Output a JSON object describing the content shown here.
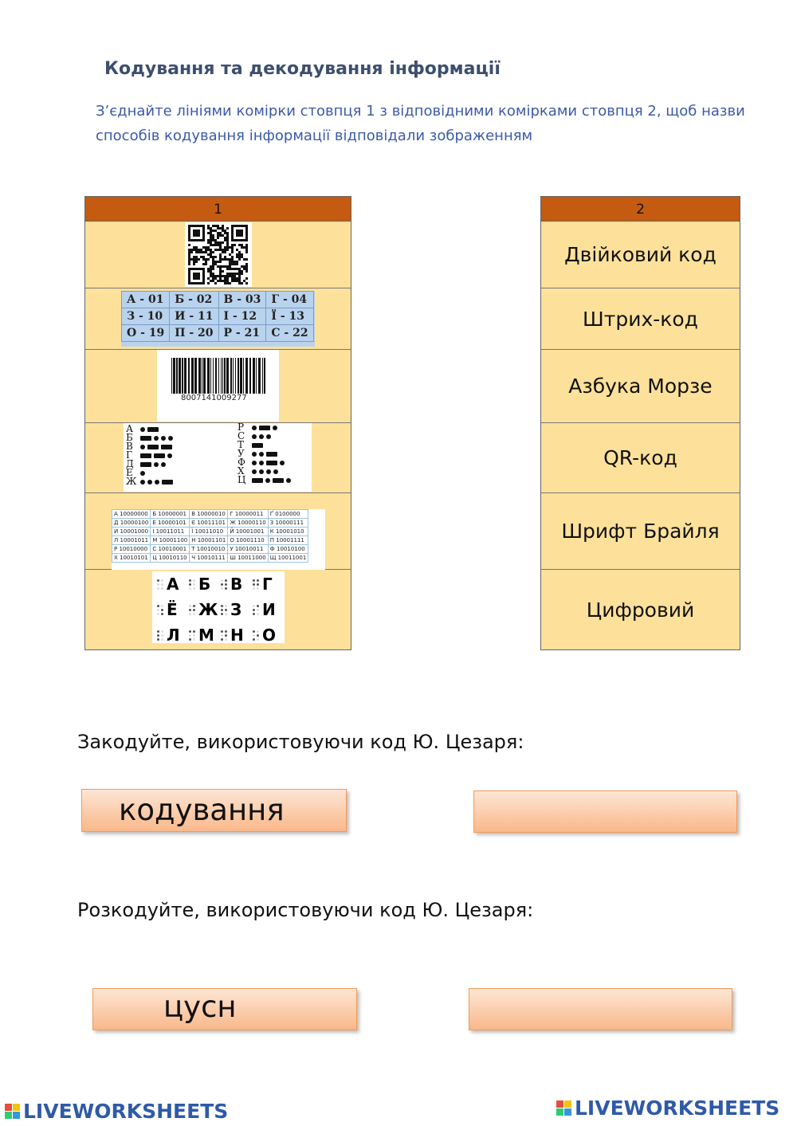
{
  "title": "Кодування  та декодування інформації",
  "instruction": "З’єднайте лініями комірки стовпця 1 з відповідними комірками стовпця 2, щоб назви способів кодування інформації відповідали зображенням",
  "column1_header": "1",
  "column2_header": "2",
  "column2_items": [
    "Двійковий код",
    "Штрих-код",
    "Азбука Морзе",
    "QR-код",
    "Шрифт Брайля",
    "Цифровий"
  ],
  "digital_table": [
    [
      "А - 01",
      "Б - 02",
      "В - 03",
      "Г - 04"
    ],
    [
      "З - 10",
      "И - 11",
      "І - 12",
      "Ї - 13"
    ],
    [
      "О - 19",
      "П - 20",
      "Р - 21",
      "С - 22"
    ]
  ],
  "barcode_number": "8007141009277",
  "morse_left": [
    "А",
    "Б",
    "В",
    "Г",
    "Д",
    "Е",
    "Ж"
  ],
  "morse_right": [
    "Р",
    "С",
    "Т",
    "У",
    "Ф",
    "Х",
    "Ц"
  ],
  "binary_table": [
    [
      "А 10000000",
      "Б 10000001",
      "В 10000010",
      "Г 10000011",
      "Ґ 0100000"
    ],
    [
      "Д 10000100",
      "Е 10000101",
      "Є 10011101",
      "Ж 10000110",
      "З 10000111"
    ],
    [
      "И 10001000",
      "І 10011011",
      "Ї 10011010",
      "Й 10001001",
      "К 10001010"
    ],
    [
      "Л 10001011",
      "М 10001100",
      "Н 10001101",
      "О 10001110",
      "П 10001111"
    ],
    [
      "Р 10010000",
      "С 10010001",
      "Т 10010010",
      "У 10010011",
      "Ф 10010100"
    ],
    [
      "Х 10010101",
      "Ц 10010110",
      "Ч 10010111",
      "Ш 10011000",
      "Щ 10011001"
    ]
  ],
  "braille_letters": [
    "А",
    "Б",
    "В",
    "Г",
    "Ё",
    "Ж",
    "З",
    "И",
    "Л",
    "М",
    "Н",
    "О"
  ],
  "task1_label": "Закодуйте, використовуючи код Ю. Цезаря:",
  "task1_word": "кодування",
  "task1_answer": "",
  "task2_label": "Розкодуйте, використовуючи код Ю. Цезаря:",
  "task2_word": "цусн",
  "task2_answer": "",
  "logo_text": "LIVEWORKSHEETS",
  "colors": {
    "header": "#c55a11",
    "cell": "#fde19b",
    "title": "#3d4f6e",
    "instruction": "#3b5aa8",
    "logo": "#2f5aa8"
  }
}
